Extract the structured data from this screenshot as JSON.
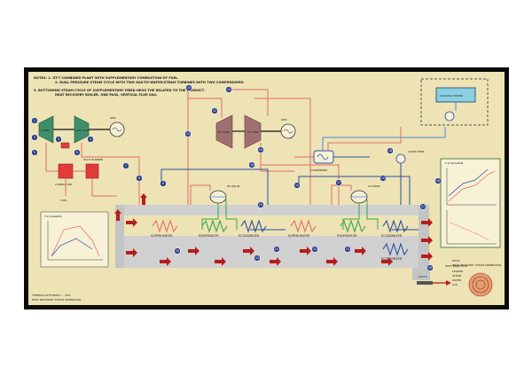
{
  "notes": {
    "line1": "NOTES: 1.  GT-7 COMBINED PLANT WITH SUPPLEMENTARY COMBUSTION OF FUEL.",
    "line2": "2.  DUAL PRESSURE STEAM CYCLE WITH TWO GAS-TO-WATER/STEAM TURBINES WITH TWO COMPRESSORS.",
    "line3": "3.  BOTTOMING STEAM CYCLE OF SUPPLEMENTARY FIRED HRSG THE RELATED TO THE PRODUCT.",
    "line4": "HEAT RECOVERY BOILER, ONE PASS, VERTICAL FLUE GAS."
  },
  "components": {
    "compressor": "COMP",
    "gas_turbine": "GAS TURB",
    "generator_gt": "GEN",
    "combustor": "COMBUSTOR",
    "hp_turbine": "HP TURB",
    "lp_turbine": "LP TURB",
    "generator_st": "GEN",
    "condenser": "CONDENSER",
    "cond_pump": "COND PUMP",
    "hp_drum": "HP DRUM",
    "lp_drum": "LP DRUM",
    "cooling_tower": "COOLING TOWER",
    "stack": "STACK",
    "air_in": "AIR",
    "fuel": "FUEL",
    "duct_burner": "DUCT BURNER"
  },
  "hx": {
    "superheater_hp": "SUPERHEATER",
    "evaporator_hp": "EVAPORATOR",
    "economizer_hp": "ECONOMIZER",
    "superheater_lp": "SUPERHEATER",
    "evaporator_lp": "EVAPORATOR",
    "economizer_lp": "ECONOMIZER",
    "economizer_2": "ECONOMIZER"
  },
  "side": {
    "ts_title": "T-S DIAGRAM",
    "right_chart_title": "T-Q DIAGRAM",
    "hrsg_label": "HRSG",
    "hrsg_desc": "HEAT RECOVERY STEAM GENERATOR",
    "legend_title": "LEGEND",
    "legend_line1": "STEAM",
    "legend_line2": "WATER",
    "legend_line3": "GAS",
    "bottom_left_note": "THERMAL EFFICIENCY ~ 50%",
    "bottom_mid_note": "HEAT RECOVERY STEAM GENERATOR",
    "reject_label": "HEAT REJECTION"
  },
  "nodes": [
    "1",
    "2",
    "3",
    "4",
    "5",
    "6",
    "7",
    "8",
    "9",
    "10",
    "11",
    "12",
    "13",
    "14",
    "15",
    "16",
    "17",
    "18",
    "19",
    "20",
    "21",
    "22",
    "23",
    "24",
    "25",
    "26",
    "27",
    "28"
  ],
  "colors": {
    "board": "#ede3b4",
    "gas_path": "#d0d0d0",
    "steam": "#e36b6b",
    "water": "#2a4ea3",
    "cold_water": "#4a8ad6",
    "arrow": "#b71c1c",
    "node": "#2d3f8a"
  }
}
